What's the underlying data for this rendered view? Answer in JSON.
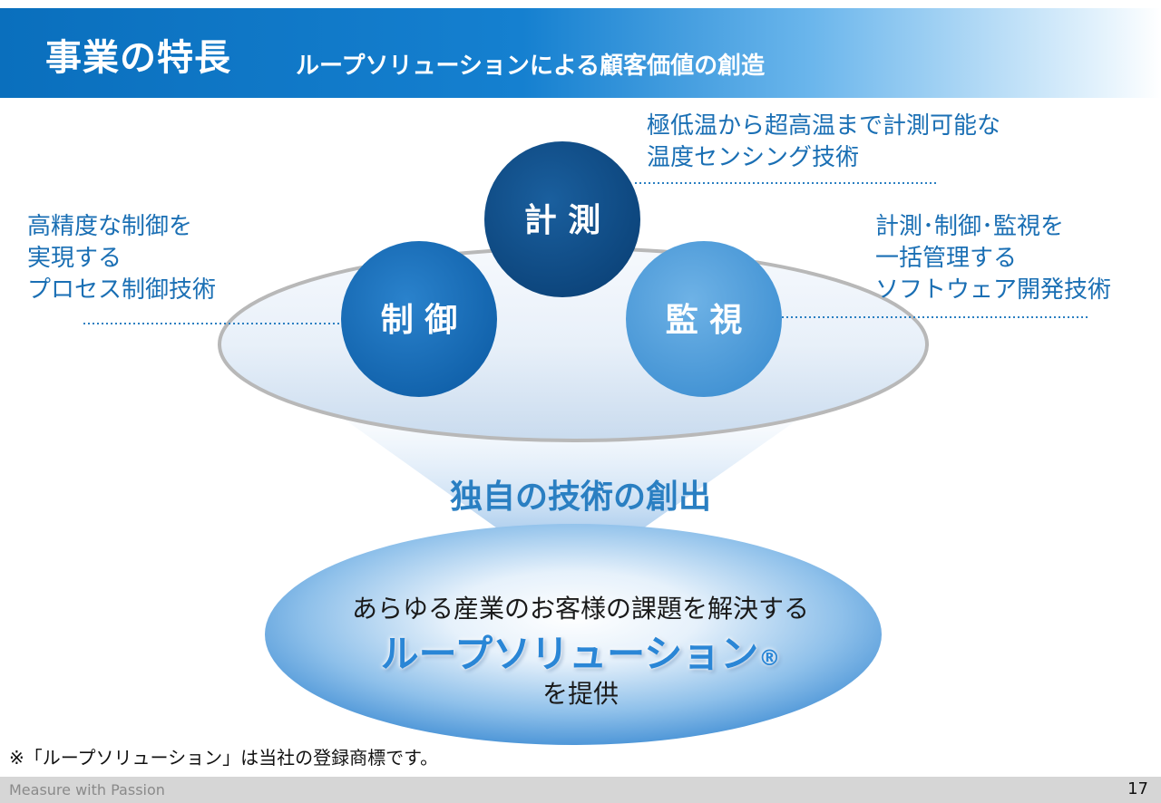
{
  "header": {
    "title": "事業の特長",
    "subtitle": "ループソリューションによる顧客価値の創造"
  },
  "circles": {
    "measure": "計 測",
    "control": "制 御",
    "monitor": "監 視"
  },
  "callouts": {
    "measure": [
      "極低温から超高温まで計測可能な",
      "温度センシング技術"
    ],
    "control": [
      "高精度な制御を",
      "実現する",
      "プロセス制御技術"
    ],
    "monitor": [
      "計測･制御･監視を",
      "一括管理する",
      "ソフトウェア開発技術"
    ]
  },
  "center_label": "独自の技術の創出",
  "solution": {
    "line1": "あらゆる産業のお客様の課題を解決する",
    "brand": "ループソリューション",
    "brand_mark": "®",
    "line3": "を提供"
  },
  "footnote": "※「ループソリューション」は当社の登録商標です。",
  "footer": {
    "tagline": "Measure with Passion",
    "page_number": "17"
  }
}
